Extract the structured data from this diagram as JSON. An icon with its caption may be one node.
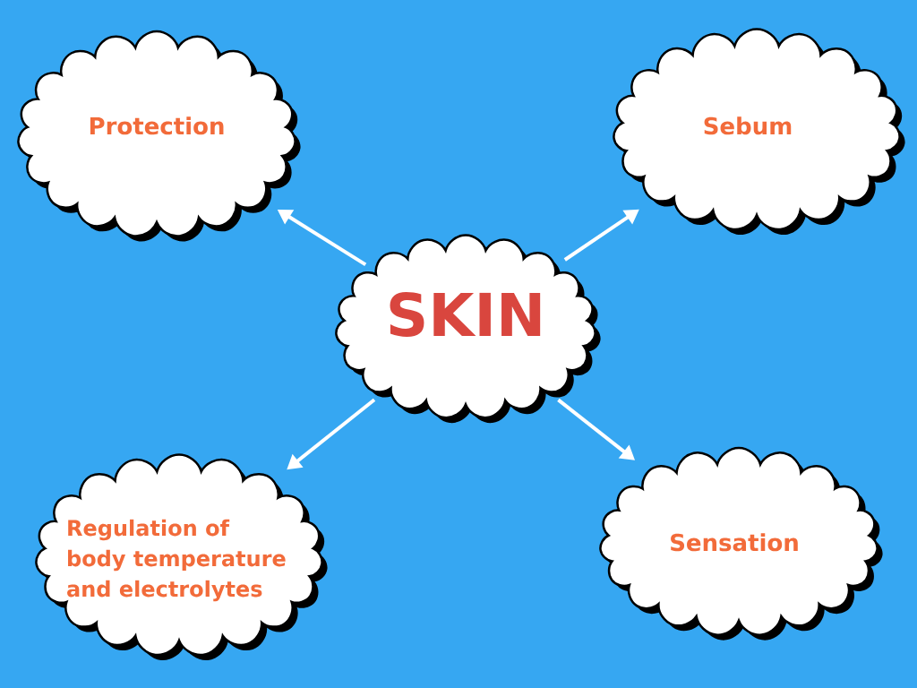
{
  "diagram": {
    "nodes": [
      {
        "text": [
          "Protection"
        ]
      },
      {
        "text": [
          "Sebum"
        ]
      },
      {
        "text": [
          "SKIN"
        ]
      },
      {
        "text": [
          "Regulation of body temperature and electrolytes"
        ]
      },
      {
        "text": [
          "Sensation"
        ]
      }
    ],
    "edges": [
      {
        "from": 2,
        "to": 0,
        "arrow": "to"
      },
      {
        "from": 2,
        "to": 1,
        "arrow": "to"
      },
      {
        "from": 2,
        "to": 3,
        "arrow": "to"
      },
      {
        "from": 2,
        "to": 4,
        "arrow": "to"
      }
    ]
  }
}
